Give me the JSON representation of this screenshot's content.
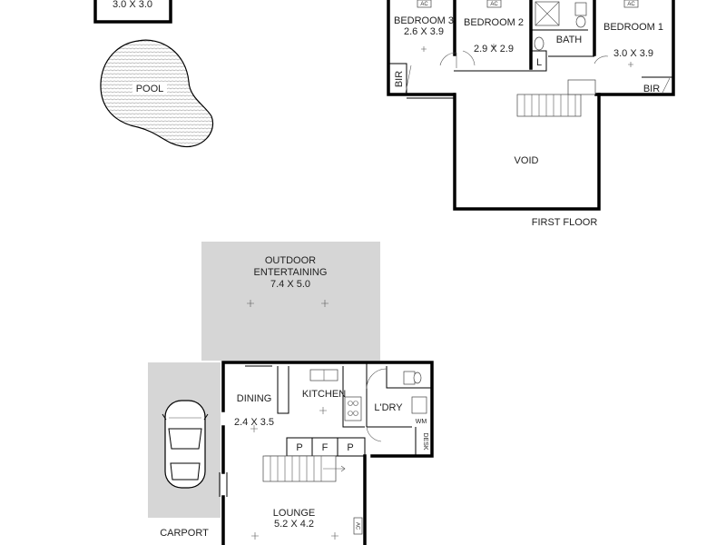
{
  "labels": {
    "top_dim": "3.0 X 3.0",
    "pool": "POOL",
    "bedroom3_name": "BEDROOM 3",
    "bedroom3_dim": "2.6 X 3.9",
    "bedroom2_name": "BEDROOM 2",
    "bedroom2_dim": "2.9 X 2.9",
    "bath": "BATH",
    "bedroom1_name": "BEDROOM 1",
    "bedroom1_dim": "3.0 X 3.9",
    "bir_left": "BIR",
    "bir_right": "BIR",
    "linen": "L",
    "void": "VOID",
    "first_floor": "FIRST FLOOR",
    "outdoor_line1": "OUTDOOR",
    "outdoor_line2": "ENTERTAINING",
    "outdoor_dim": "7.4 X 5.0",
    "dining_name": "DINING",
    "dining_dim": "2.4 X 3.5",
    "kitchen": "KITCHEN",
    "laundry": "L'DRY",
    "wm": "WM",
    "desk": "DESK",
    "pantry1": "P",
    "fridge": "F",
    "pantry2": "P",
    "lounge_name": "LOUNGE",
    "lounge_dim": "5.2 X 4.2",
    "carport": "CARPORT",
    "ac1": "AC",
    "ac2": "AC",
    "ac3": "AC",
    "ac4": "AC"
  },
  "colors": {
    "wall": "#000000",
    "outdoor_fill": "#d6d6d6",
    "carport_fill": "#d6d6d6",
    "pool_pattern": "#9a9a9a"
  }
}
